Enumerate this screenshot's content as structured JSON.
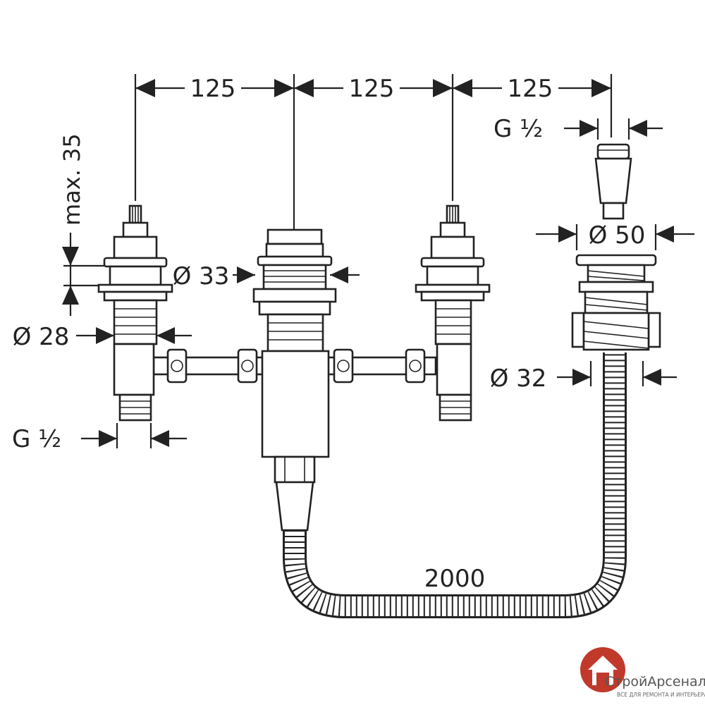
{
  "dimensions": {
    "spacing_1": "125",
    "spacing_2": "125",
    "spacing_3": "125",
    "max_depth": "max. 35",
    "thread_top": "G ½",
    "thread_left": "G ½",
    "dia_50": "Ø 50",
    "dia_33": "Ø 33",
    "dia_28": "Ø 28",
    "dia_32": "Ø 32",
    "hose_length": "2000"
  },
  "logo": {
    "name_part1": "Строй",
    "name_part2": "Арсенал",
    "tagline": "ВСЕ ДЛЯ РЕМОНТА И ИНТЕРЬЕРА",
    "accent_color": "#c0392b"
  }
}
